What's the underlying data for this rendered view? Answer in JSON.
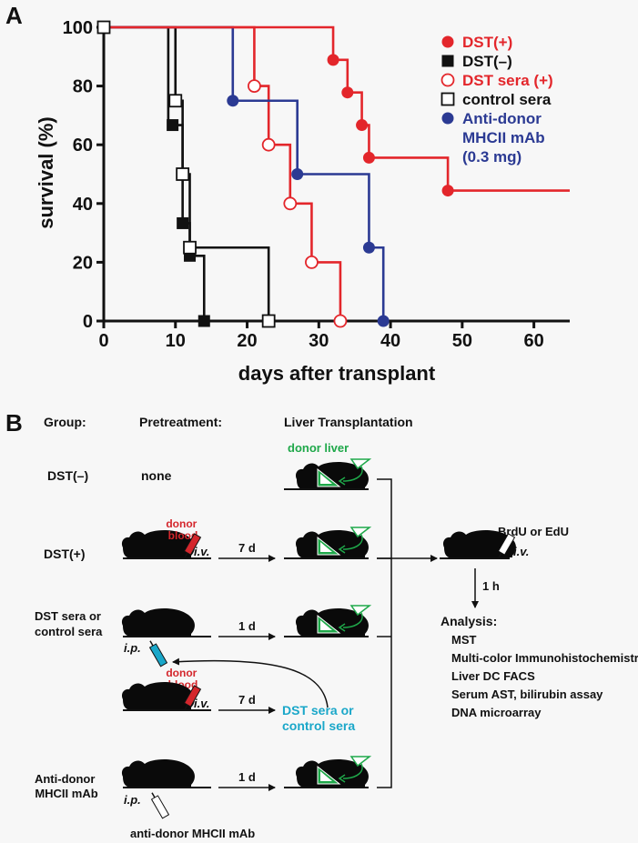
{
  "panel_a": {
    "label": "A",
    "chart_data": {
      "type": "line",
      "subtype": "kaplan-meier step",
      "xlabel": "days after transplant",
      "ylabel": "survival (%)",
      "xlim": [
        0,
        65
      ],
      "ylim": [
        0,
        100
      ],
      "xticks": [
        0,
        10,
        20,
        30,
        40,
        50,
        60
      ],
      "yticks": [
        0,
        20,
        40,
        60,
        80,
        100
      ],
      "grid": false,
      "legend_position": "top-right",
      "series": [
        {
          "name": "DST(+)",
          "color": "#e3262b",
          "marker": "filled-circle",
          "steps": [
            [
              0,
              100
            ],
            [
              32,
              100
            ],
            [
              32,
              88.9
            ],
            [
              34,
              88.9
            ],
            [
              34,
              77.8
            ],
            [
              36,
              77.8
            ],
            [
              36,
              66.7
            ],
            [
              37,
              66.7
            ],
            [
              37,
              55.6
            ],
            [
              48,
              55.6
            ],
            [
              48,
              44.4
            ],
            [
              65,
              44.4
            ]
          ],
          "markers": [
            [
              32,
              88.9
            ],
            [
              34,
              77.8
            ],
            [
              36,
              66.7
            ],
            [
              37,
              55.6
            ],
            [
              48,
              44.4
            ]
          ]
        },
        {
          "name": "DST(–)",
          "color": "#111111",
          "marker": "filled-square",
          "steps": [
            [
              0,
              100
            ],
            [
              9,
              100
            ],
            [
              9,
              66.7
            ],
            [
              11,
              66.7
            ],
            [
              11,
              33.3
            ],
            [
              12,
              33.3
            ],
            [
              12,
              22.2
            ],
            [
              14,
              22.2
            ],
            [
              14,
              0
            ]
          ],
          "markers": [
            [
              9.6,
              66.7
            ],
            [
              11,
              33.3
            ],
            [
              12,
              22.2
            ],
            [
              14,
              0
            ]
          ]
        },
        {
          "name": "DST sera (+)",
          "color": "#e3262b",
          "marker": "open-circle",
          "steps": [
            [
              0,
              100
            ],
            [
              21,
              100
            ],
            [
              21,
              80
            ],
            [
              23,
              80
            ],
            [
              23,
              60
            ],
            [
              26,
              60
            ],
            [
              26,
              40
            ],
            [
              29,
              40
            ],
            [
              29,
              20
            ],
            [
              33,
              20
            ],
            [
              33,
              0
            ]
          ],
          "markers": [
            [
              21,
              80
            ],
            [
              23,
              60
            ],
            [
              26,
              40
            ],
            [
              29,
              20
            ],
            [
              33,
              0
            ]
          ]
        },
        {
          "name": "control sera",
          "color": "#111111",
          "marker": "open-square",
          "steps": [
            [
              0,
              100
            ],
            [
              10,
              100
            ],
            [
              10,
              75
            ],
            [
              11,
              75
            ],
            [
              11,
              50
            ],
            [
              12,
              50
            ],
            [
              12,
              25
            ],
            [
              23,
              25
            ],
            [
              23,
              0
            ]
          ],
          "markers": [
            [
              10,
              75
            ],
            [
              11,
              50
            ],
            [
              12,
              25
            ],
            [
              23,
              0
            ]
          ]
        },
        {
          "name": "Anti-donor MHCII mAb (0.3 mg)",
          "color": "#2b3a93",
          "marker": "filled-circle",
          "legend_lines": [
            "Anti-donor",
            "MHCII mAb",
            "(0.3 mg)"
          ],
          "steps": [
            [
              0,
              100
            ],
            [
              18,
              100
            ],
            [
              18,
              75
            ],
            [
              27,
              75
            ],
            [
              27,
              50
            ],
            [
              37,
              50
            ],
            [
              37,
              25
            ],
            [
              39,
              25
            ],
            [
              39,
              0
            ]
          ],
          "markers": [
            [
              18,
              75
            ],
            [
              27,
              50
            ],
            [
              37,
              25
            ],
            [
              39,
              0
            ]
          ]
        }
      ],
      "start_marker": [
        0,
        100
      ]
    }
  },
  "panel_b": {
    "label": "B",
    "headers": {
      "group": "Group:",
      "pretreatment": "Pretreatment:",
      "transplant": "Liver Transplantation"
    },
    "rows": {
      "dst_neg": {
        "label": "DST(–)",
        "pretreatment": "none"
      },
      "dst_pos": {
        "label": "DST(+)",
        "blood": [
          "donor",
          "blood"
        ],
        "route": "i.v.",
        "interval": "7 d"
      },
      "sera": {
        "label": [
          "DST sera or",
          "control sera"
        ],
        "route": "i.p.",
        "interval": "1 d"
      },
      "sera_source": {
        "blood": [
          "donor",
          "blood"
        ],
        "route": "i.v.",
        "interval": "7 d",
        "product": [
          "DST sera or",
          "control sera"
        ]
      },
      "mab": {
        "label": [
          "Anti-donor",
          "MHCII mAb"
        ],
        "route": "i.p.",
        "interval": "1 d",
        "injectable": "anti-donor MHCII mAb"
      }
    },
    "donor_liver": "donor liver",
    "brdu": {
      "label": "BrdU or EdU",
      "route": "i.v.",
      "interval": "1 h"
    },
    "analysis": {
      "title": "Analysis:",
      "items": [
        "MST",
        "Multi-color Immunohistochemistry",
        "Liver DC FACS",
        "Serum AST, bilirubin assay",
        "DNA microarray"
      ]
    },
    "colors": {
      "red": "#d4262c",
      "green": "#1fa84a",
      "cyan": "#1aa7c9",
      "black": "#111111"
    }
  }
}
